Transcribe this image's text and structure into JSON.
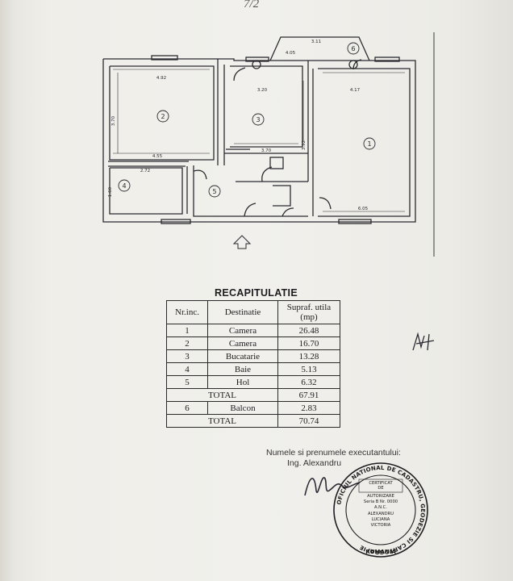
{
  "page_mark": "7/2",
  "floor_plan": {
    "room_numbers": [
      "1",
      "2",
      "3",
      "4",
      "5",
      "6"
    ],
    "dimensions": [
      "4.92",
      "3.20",
      "4.17",
      "4.55",
      "3.70",
      "6.05",
      "3.11",
      "4.05",
      "2.72",
      "3.92",
      "1.60",
      "3.70"
    ]
  },
  "recap": {
    "title": "RECAPITULATIE",
    "headers": [
      "Nr.inc.",
      "Destinatie",
      "Supraf. utila (mp)"
    ],
    "rows": [
      {
        "nr": "1",
        "dest": "Camera",
        "area": "26.48"
      },
      {
        "nr": "2",
        "dest": "Camera",
        "area": "16.70"
      },
      {
        "nr": "3",
        "dest": "Bucatarie",
        "area": "13.28"
      },
      {
        "nr": "4",
        "dest": "Baie",
        "area": "5.13"
      },
      {
        "nr": "5",
        "dest": "Hol",
        "area": "6.32"
      }
    ],
    "total1": {
      "label": "TOTAL",
      "area": "67.91"
    },
    "row6": {
      "nr": "6",
      "dest": "Balcon",
      "area": "2.83"
    },
    "total2": {
      "label": "TOTAL",
      "area": "70.74"
    }
  },
  "executant": {
    "label": "Numele si prenumele executantului:",
    "name": "Ing. Alexandru"
  },
  "stamp": {
    "ring_text": "OFICIUL NATIONAL DE CADASTRU, GEODEZIE SI CARTOGRAFIE",
    "lines": [
      "CERTIFICAT",
      "DE",
      "AUTORIZARE",
      "Seria B Nr. 0000",
      "A.N.C.",
      "ALEXANDRU",
      "LUCIANA",
      "VICTORIA"
    ],
    "country": "ROMANIA"
  }
}
